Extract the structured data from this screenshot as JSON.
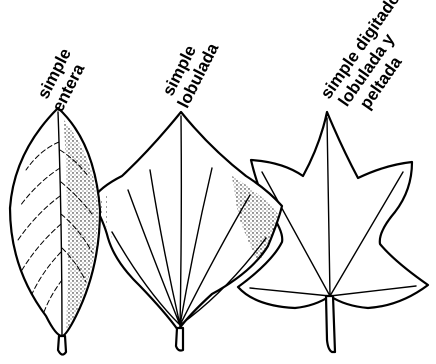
{
  "labels": {
    "leaf1": [
      "simple",
      "entera"
    ],
    "leaf2": [
      "simple",
      "lobulada"
    ],
    "leaf3": [
      "simple digitado",
      "lobulada y",
      "peltada"
    ]
  },
  "colors": {
    "ink": "#000000",
    "paper": "#ffffff"
  }
}
